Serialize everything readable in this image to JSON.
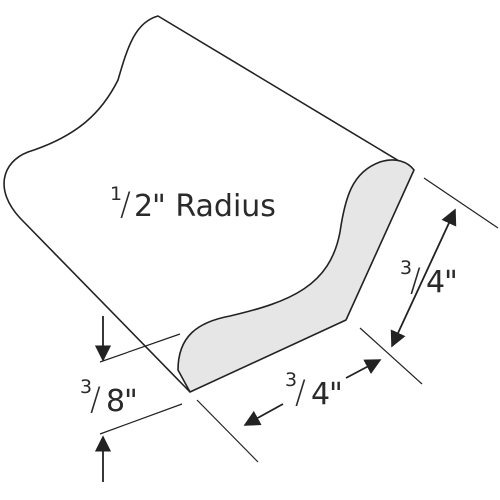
{
  "labels": {
    "radius": {
      "num": "1",
      "den": "2",
      "unit": "\" Radius"
    },
    "side_right": {
      "num": "3",
      "den": "4",
      "unit": "\""
    },
    "side_bottom": {
      "num": "3",
      "den": "4",
      "unit": "\""
    },
    "height": {
      "num": "3",
      "den": "8",
      "unit": "\""
    }
  },
  "colors": {
    "stroke": "#222222",
    "face_fill": "#e6e6e6",
    "background": "#ffffff"
  }
}
